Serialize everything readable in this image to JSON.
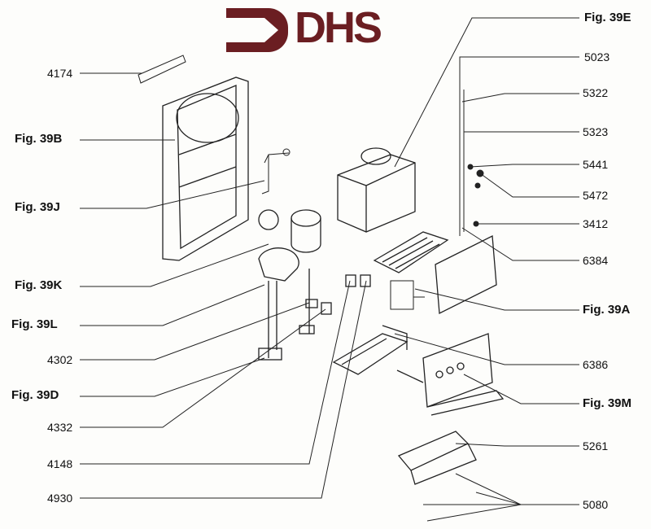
{
  "logo": {
    "text": "DHS",
    "color": "#6b1e22"
  },
  "labels_left": [
    {
      "id": "4174",
      "text": "4174"
    },
    {
      "id": "fig-39b",
      "text": "Fig. 39B"
    },
    {
      "id": "fig-39j",
      "text": "Fig. 39J"
    },
    {
      "id": "fig-39k",
      "text": "Fig. 39K"
    },
    {
      "id": "fig-39l",
      "text": "Fig. 39L"
    },
    {
      "id": "4302",
      "text": "4302"
    },
    {
      "id": "fig-39d",
      "text": "Fig. 39D"
    },
    {
      "id": "4332",
      "text": "4332"
    },
    {
      "id": "4148",
      "text": "4148"
    },
    {
      "id": "4930",
      "text": "4930"
    }
  ],
  "labels_right": [
    {
      "id": "fig-39e",
      "text": "Fig. 39E"
    },
    {
      "id": "5023",
      "text": "5023"
    },
    {
      "id": "5322",
      "text": "5322"
    },
    {
      "id": "5323",
      "text": "5323"
    },
    {
      "id": "5441",
      "text": "5441"
    },
    {
      "id": "5472",
      "text": "5472"
    },
    {
      "id": "3412",
      "text": "3412"
    },
    {
      "id": "6384",
      "text": "6384"
    },
    {
      "id": "fig-39a",
      "text": "Fig. 39A"
    },
    {
      "id": "6386",
      "text": "6386"
    },
    {
      "id": "fig-39m",
      "text": "Fig. 39M"
    },
    {
      "id": "5261",
      "text": "5261"
    },
    {
      "id": "5080",
      "text": "5080"
    }
  ]
}
